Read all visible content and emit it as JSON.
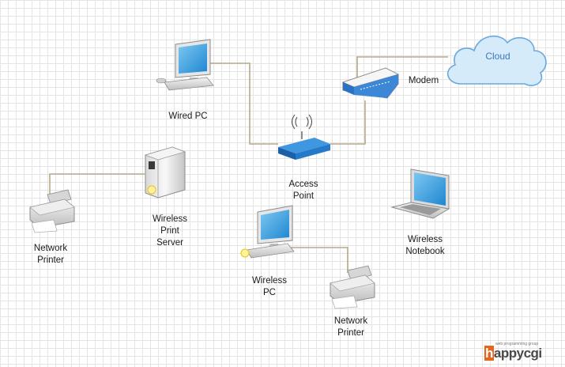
{
  "nodes": {
    "cloud": {
      "label": "Cloud"
    },
    "modem": {
      "label": "Modem"
    },
    "wired_pc": {
      "label": "Wired PC"
    },
    "access_point": {
      "label_lines": [
        "Access",
        "Point"
      ]
    },
    "print_server": {
      "label_lines": [
        "Wireless",
        "Print",
        "Server"
      ]
    },
    "network_printer_left": {
      "label_lines": [
        "Network",
        "Printer"
      ]
    },
    "wireless_pc": {
      "label_lines": [
        "Wireless",
        "PC"
      ]
    },
    "wireless_notebook": {
      "label_lines": [
        "Wireless",
        "Notebook"
      ]
    },
    "network_printer_right": {
      "label_lines": [
        "Network",
        "Printer"
      ]
    }
  },
  "watermark": {
    "tagline": "web programming group",
    "prefix": "h",
    "rest": "appycgi"
  },
  "colors": {
    "cable": "#b8a98c",
    "device_blue": "#1e7fd0",
    "screen": "#2f9be0",
    "cloud_fill": "#d6ebf9",
    "cloud_stroke": "#6aa8dc"
  }
}
